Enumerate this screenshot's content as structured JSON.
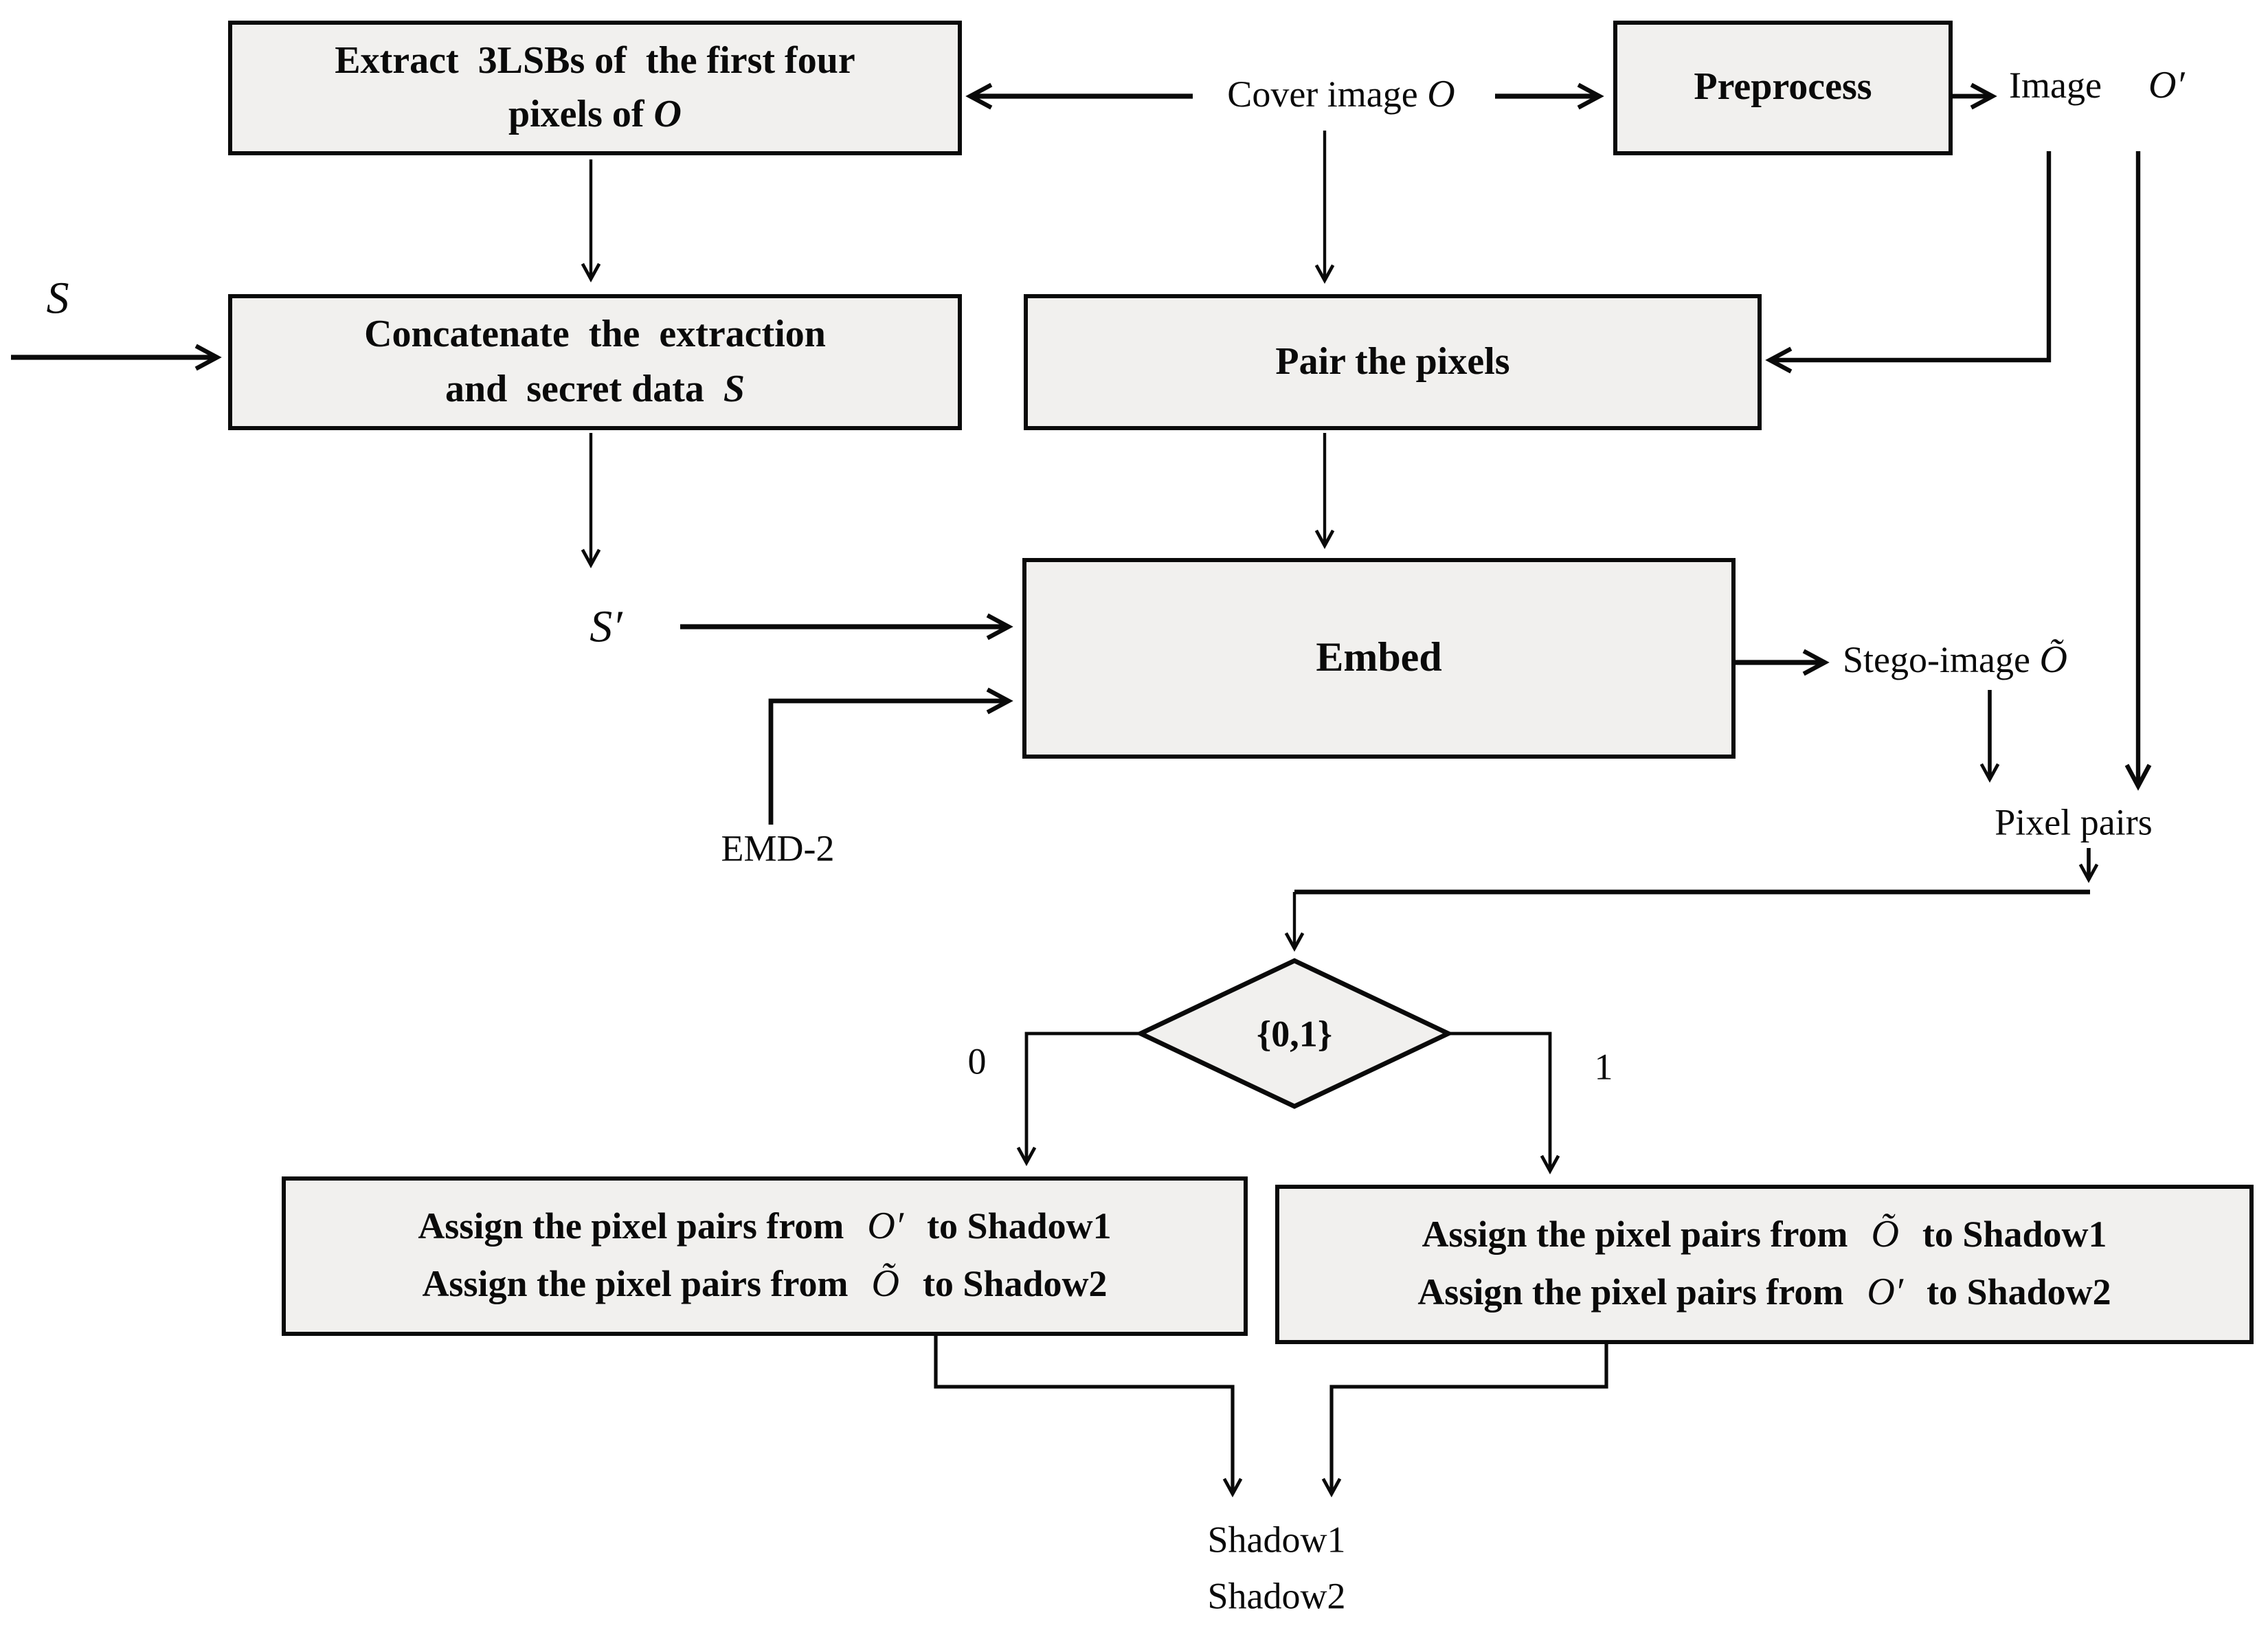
{
  "flowchart": {
    "colors": {
      "box_fill": "#f1f0ee",
      "ink": "#0a0a0a",
      "background": "#ffffff"
    },
    "boxes": {
      "extract": {
        "line1": "Extract  3LSBs of  the first four",
        "line2_prefix": "pixels of ",
        "line2_symbol": "O"
      },
      "preprocess": {
        "label": "Preprocess"
      },
      "concatenate": {
        "line1": "Concatenate  the  extraction",
        "line2_prefix": "and  secret data  ",
        "line2_symbol": "S"
      },
      "pair": {
        "label": "Pair the pixels"
      },
      "embed": {
        "label": "Embed"
      },
      "assign_left": {
        "line1_prefix": "Assign the pixel pairs from",
        "line1_symbol": "O′",
        "line1_suffix": "to Shadow1",
        "line2_prefix": "Assign the pixel pairs from",
        "line2_symbol": "Õ",
        "line2_suffix": "to Shadow2"
      },
      "assign_right": {
        "line1_prefix": "Assign the pixel pairs from",
        "line1_symbol": "Õ",
        "line1_suffix": "to Shadow1",
        "line2_prefix": "Assign the pixel pairs from",
        "line2_symbol": "O′",
        "line2_suffix": "to Shadow2"
      }
    },
    "labels": {
      "secret_data": "S",
      "cover_prefix": "Cover image ",
      "cover_symbol": "O",
      "image_prefix": "Image",
      "image_symbol": "O′",
      "s_prime": "S′",
      "emd": "EMD-2",
      "stego_prefix": "Stego-image ",
      "stego_symbol": "Õ",
      "pixel_pairs": "Pixel pairs",
      "decision": "{0,1}",
      "branch_zero": "0",
      "branch_one": "1",
      "shadow1": "Shadow1",
      "shadow2": "Shadow2"
    }
  }
}
